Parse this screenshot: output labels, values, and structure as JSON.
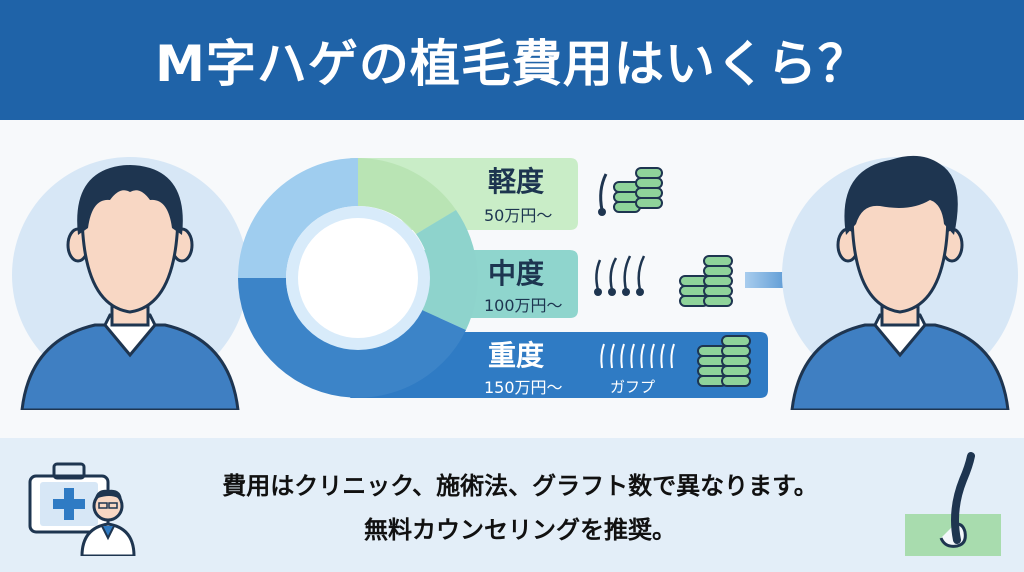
{
  "header": {
    "title": "M字ハゲの植毛費用はいくら？"
  },
  "tiers": [
    {
      "name": "軽度",
      "price": "50万円〜"
    },
    {
      "name": "中度",
      "price": "100万円〜"
    },
    {
      "name": "重度",
      "price": "150万円〜",
      "graft_text": "ガフプ"
    }
  ],
  "footer": {
    "line1": "費用はクリニック、施術法、グラフト数で異なります。",
    "line2": "無料カウンセリングを推奨。"
  },
  "colors": {
    "header_bg": "#1f63a8",
    "light_green": "#c6ecc6",
    "teal": "#8ed3cf",
    "blue": "#2f7bc4",
    "skin": "#f8d7c4",
    "hair": "#1e3550"
  }
}
